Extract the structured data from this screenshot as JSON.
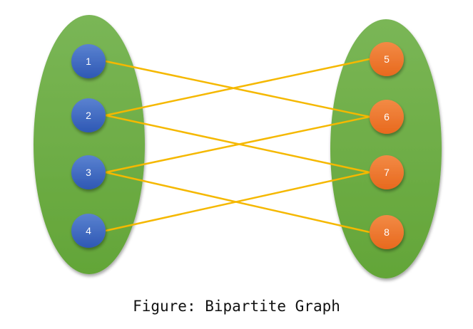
{
  "caption": "Figure: Bipartite Graph",
  "colors": {
    "set_fill": "#6aab40",
    "left_node": "#3a66c0",
    "right_node": "#ee7a2e",
    "edge": "#f5b800",
    "label": "#ffffff"
  },
  "left_set": [
    {
      "id": "1",
      "label": "1"
    },
    {
      "id": "2",
      "label": "2"
    },
    {
      "id": "3",
      "label": "3"
    },
    {
      "id": "4",
      "label": "4"
    }
  ],
  "right_set": [
    {
      "id": "5",
      "label": "5"
    },
    {
      "id": "6",
      "label": "6"
    },
    {
      "id": "7",
      "label": "7"
    },
    {
      "id": "8",
      "label": "8"
    }
  ],
  "edges": [
    [
      "1",
      "6"
    ],
    [
      "2",
      "5"
    ],
    [
      "2",
      "7"
    ],
    [
      "3",
      "6"
    ],
    [
      "3",
      "8"
    ],
    [
      "4",
      "7"
    ]
  ]
}
